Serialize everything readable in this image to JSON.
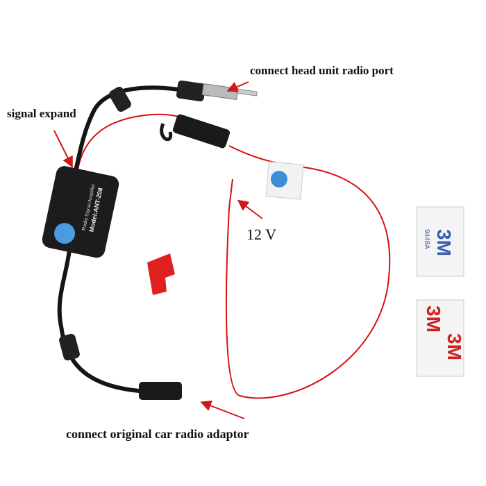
{
  "labels": {
    "head_unit": "connect head unit radio port",
    "signal": "signal expand",
    "voltage": "12 V",
    "car_radio": "connect original car radio adaptor"
  },
  "module": {
    "line1": "Radio Signal Amplifier",
    "line2": "Model:ANT-208"
  },
  "tape": {
    "brand": "3M",
    "code": "9448A"
  },
  "colors": {
    "arrow": "#d01818",
    "wire": "#d81010",
    "cable": "#151515"
  }
}
